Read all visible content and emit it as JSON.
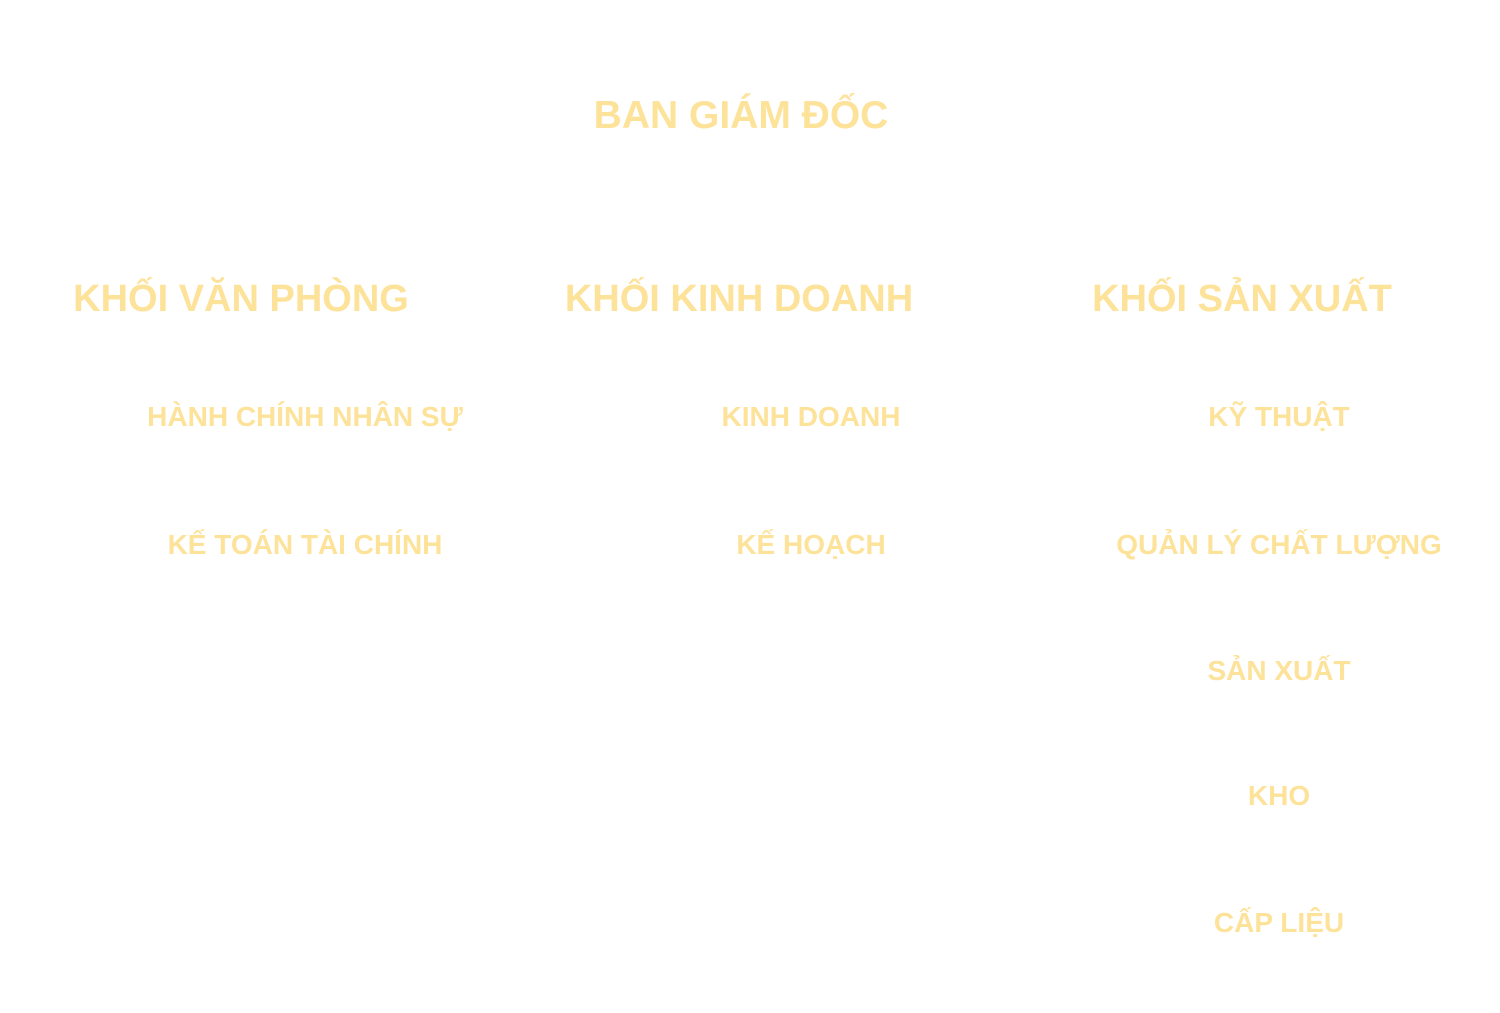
{
  "colors": {
    "text": "#fde29a",
    "background": "#ffffff"
  },
  "org_chart": {
    "top": "BAN GIÁM ĐỐC",
    "blocks": [
      {
        "title": "KHỐI VĂN PHÒNG",
        "departments": [
          "HÀNH CHÍNH NHÂN SỰ",
          "KẾ TOÁN TÀI CHÍNH"
        ]
      },
      {
        "title": "KHỐI KINH DOANH",
        "departments": [
          "KINH DOANH",
          "KẾ HOẠCH"
        ]
      },
      {
        "title": "KHỐI SẢN XUẤT",
        "departments": [
          "KỸ THUẬT",
          "QUẢN LÝ CHẤT LƯỢNG",
          "SẢN XUẤT",
          "KHO",
          "CẤP LIỆU"
        ]
      }
    ]
  }
}
